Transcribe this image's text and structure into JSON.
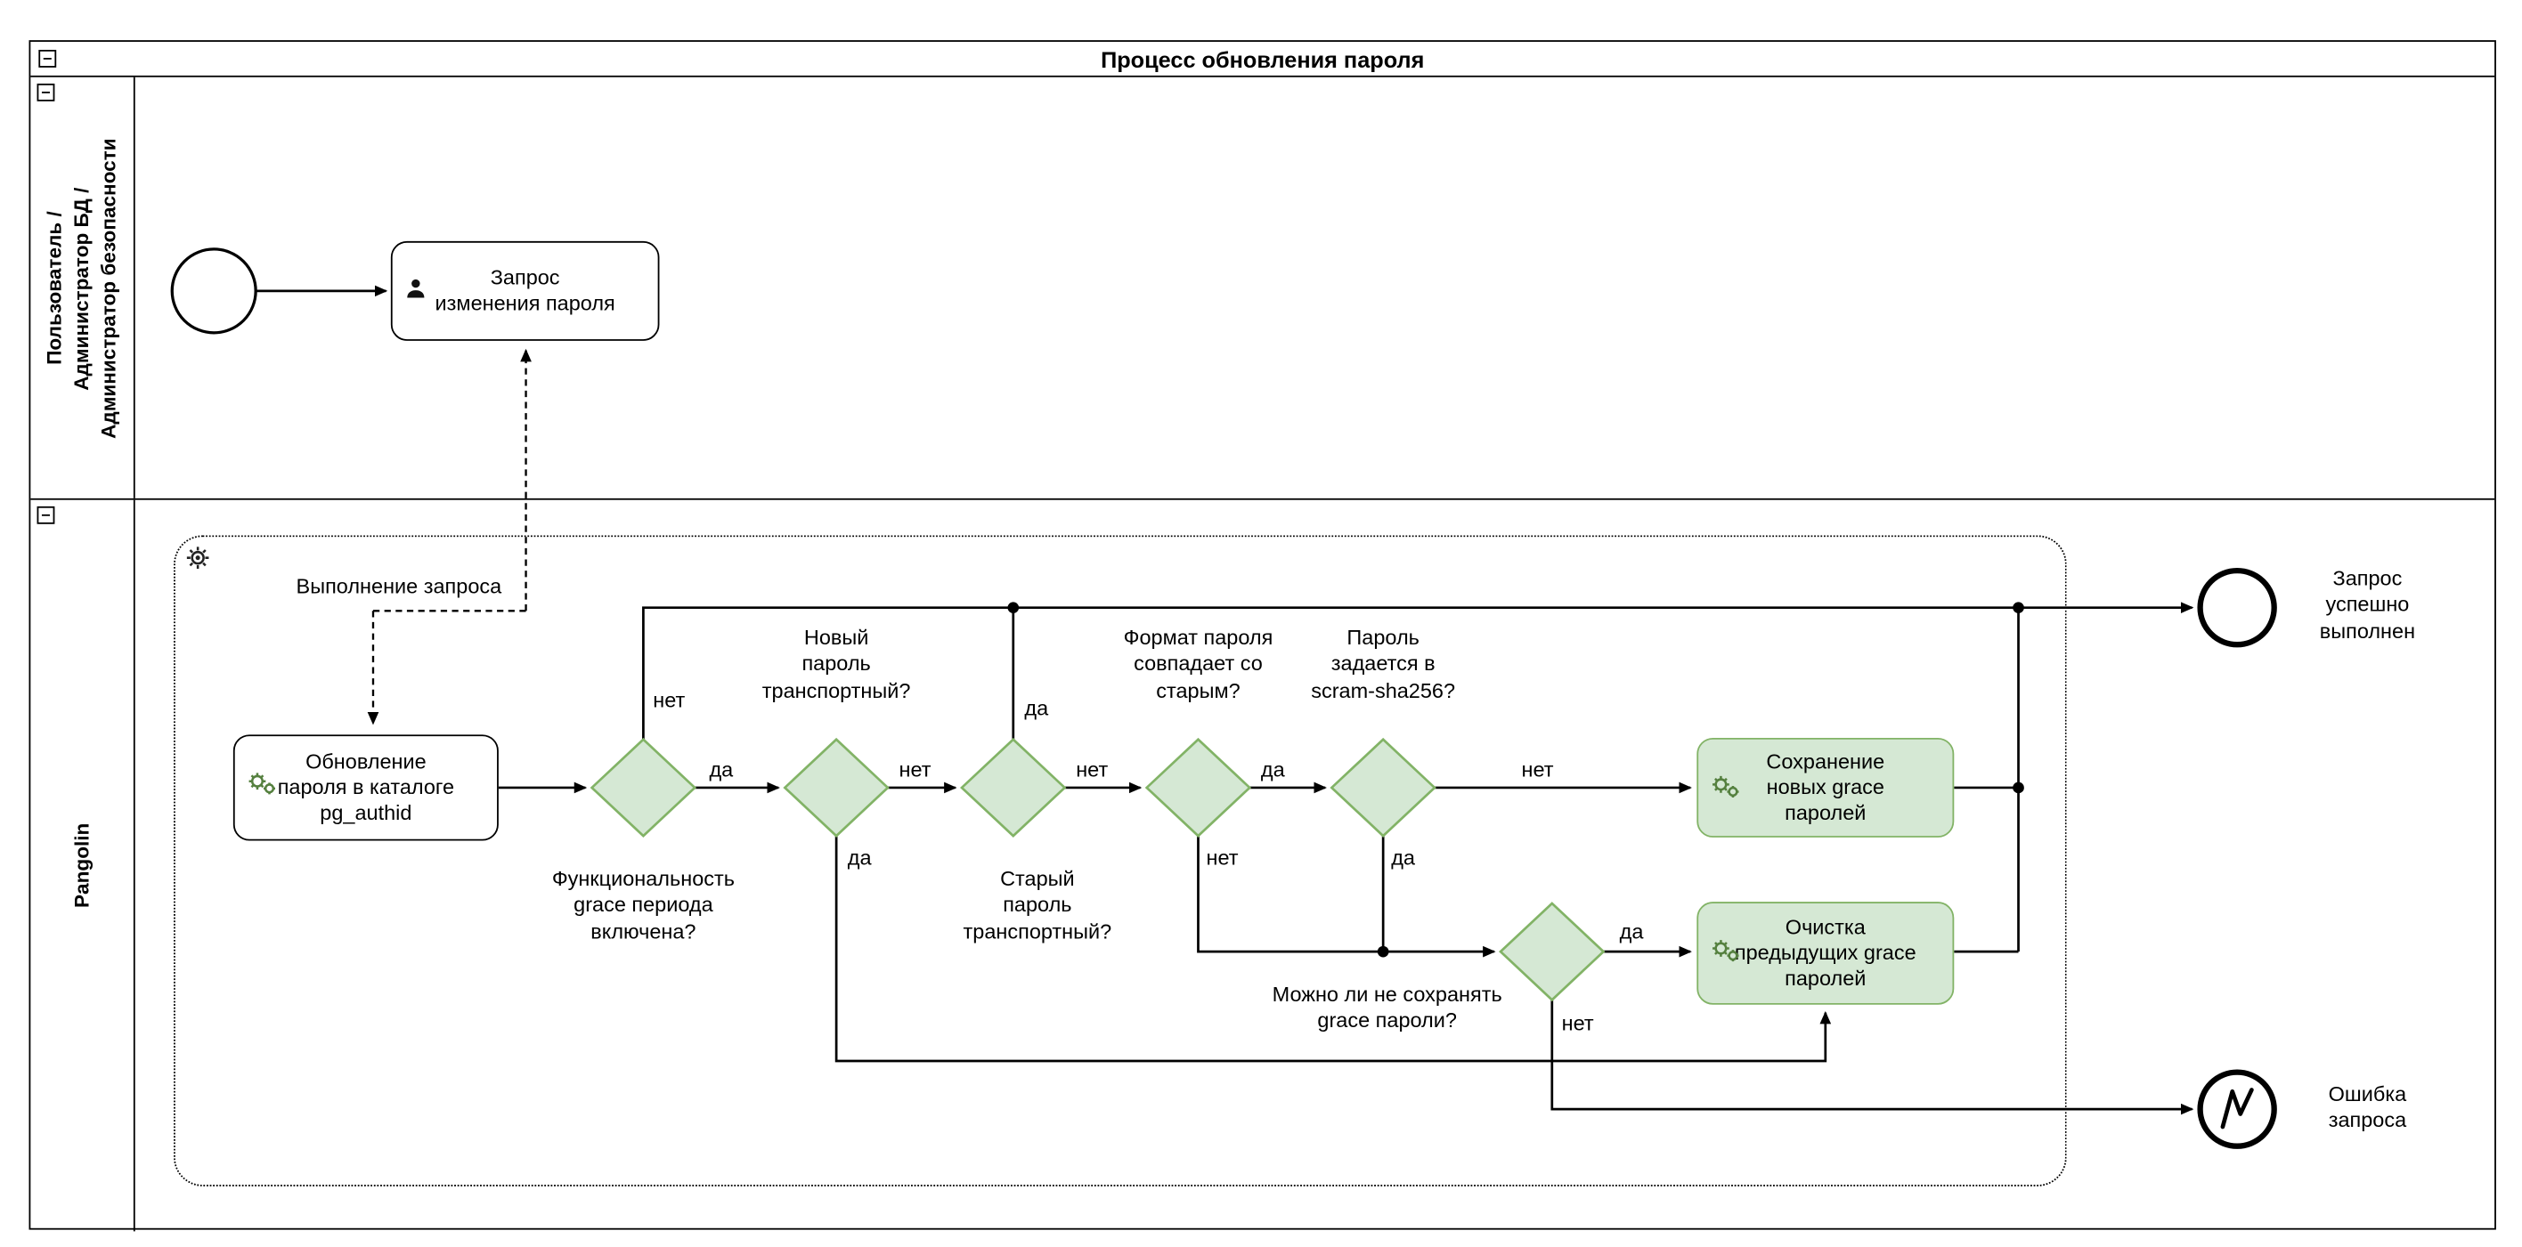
{
  "pool": {
    "title": "Процесс обновления пароля"
  },
  "lanes": {
    "actors": {
      "label": "Пользователь /\nАдминистратор БД /\nАдминистратор безопасности"
    },
    "pangolin": {
      "label": "Pangolin"
    }
  },
  "tasks": {
    "request": {
      "label": "Запрос\nизменения пароля"
    },
    "update": {
      "label": "Обновление\nпароля в каталоге\npg_authid"
    },
    "save": {
      "label": "Сохранение\nновых grace\nпаролей"
    },
    "clear": {
      "label": "Очистка\nпредыдущих grace\nпаролей"
    }
  },
  "gateways": {
    "grace_enabled": {
      "question": "Функциональность\ngrace периода\nвключена?"
    },
    "new_password_transport": {
      "question": "Новый\nпароль\nтранспортный?"
    },
    "old_password_transport": {
      "question": "Старый\nпароль\nтранспортный?"
    },
    "password_format_matches": {
      "question": "Формат пароля\nсовпадает со\nстарым?"
    },
    "scram_sha256": {
      "question": "Пароль\nзадается в\nscram-sha256?"
    },
    "can_skip_grace": {
      "question": "Можно ли не сохранять\ngrace пароли?"
    }
  },
  "events": {
    "success": {
      "label": "Запрос\nуспешно\nвыполнен"
    },
    "error": {
      "label": "Ошибка\nзапроса"
    }
  },
  "flows": {
    "execute_request": {
      "label": "Выполнение запроса"
    }
  },
  "labels": {
    "yes": "да",
    "no": "нет"
  },
  "icons": {
    "user": "person-silhouette",
    "gears": "double-gear-service-task",
    "gear": "gear-subprocess-marker",
    "error": "lightning-bolt",
    "collapse": "minus-box"
  },
  "colors": {
    "gateway_fill": "#d5e8d4",
    "gateway_border": "#82b366",
    "task_green_fill": "#d5e8d4",
    "task_green_border": "#82b366",
    "line": "#000000",
    "background": "#ffffff"
  }
}
